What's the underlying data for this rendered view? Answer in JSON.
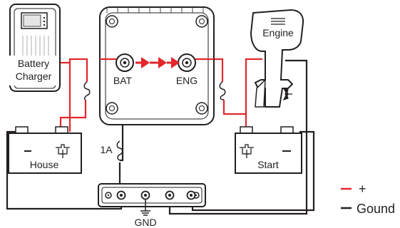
{
  "labels": {
    "charger": [
      "Battery",
      "Charger"
    ],
    "bat": "BAT",
    "eng": "ENG",
    "engine": "Engine",
    "house": "House",
    "start": "Start",
    "fuse": "1A",
    "gnd": "GND"
  },
  "legend": {
    "positive": "+",
    "ground": "Gound"
  },
  "colors": {
    "positive": "#e4262b",
    "ground": "#231f20",
    "outline": "#231f20"
  },
  "icons": [
    "fuse-icon",
    "terminal-icon",
    "ground-icon",
    "arrow-icon",
    "propeller-icon"
  ]
}
